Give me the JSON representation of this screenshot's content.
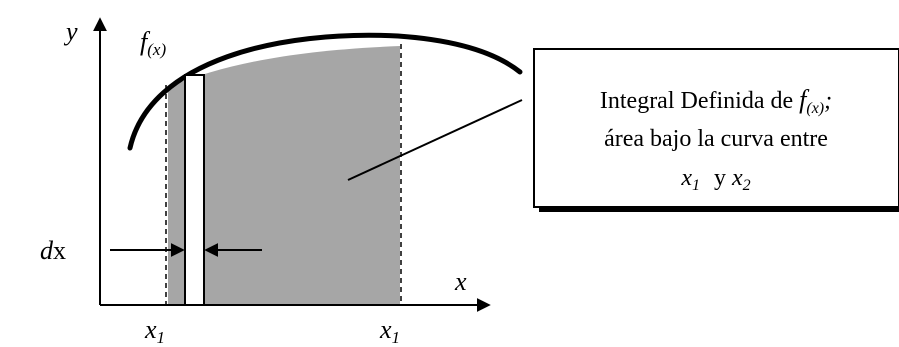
{
  "axes": {
    "y_label": "y",
    "x_label": "x"
  },
  "curve": {
    "label_f": "f",
    "label_sub": "(x)"
  },
  "strip": {
    "label_d": "d",
    "label_x": "x"
  },
  "bounds": {
    "left_label": "x",
    "left_sub": "1",
    "right_label": "x",
    "right_sub": "1"
  },
  "callout": {
    "line1_text": "Integral Definida de ",
    "line1_f": "f",
    "line1_sub": "(x)",
    "line1_end": ";",
    "line2_text": "área bajo la curva entre",
    "line3_x1": "x",
    "line3_x1_sub": "1",
    "line3_y": "y",
    "line3_x2": "x",
    "line3_x2_sub": "2"
  },
  "colors": {
    "shade": "#a6a6a6",
    "ink": "#000000",
    "strip_fill": "#ffffff"
  }
}
